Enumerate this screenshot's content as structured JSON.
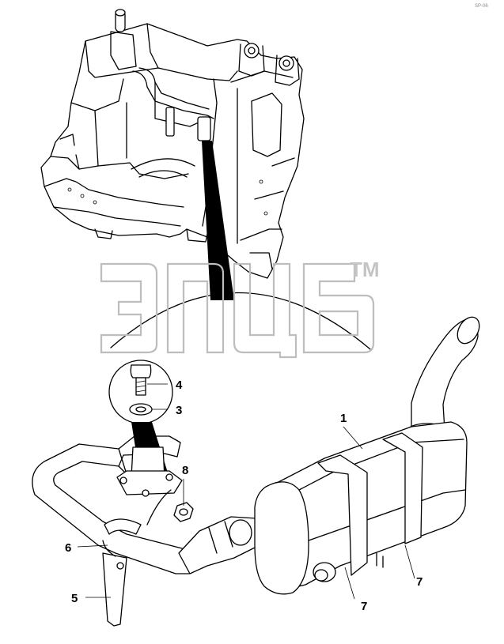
{
  "diagram": {
    "corner_code": "SP-06",
    "watermark": {
      "mark": "TM"
    },
    "callouts": [
      {
        "id": "c1",
        "label": "1"
      },
      {
        "id": "c3",
        "label": "3"
      },
      {
        "id": "c4",
        "label": "4"
      },
      {
        "id": "c5",
        "label": "5"
      },
      {
        "id": "c6",
        "label": "6"
      },
      {
        "id": "c7a",
        "label": "7"
      },
      {
        "id": "c7b",
        "label": "7"
      },
      {
        "id": "c8",
        "label": "8"
      }
    ],
    "colors": {
      "line": "#000000",
      "watermark": "#bdbdbd",
      "background": "#ffffff"
    }
  }
}
